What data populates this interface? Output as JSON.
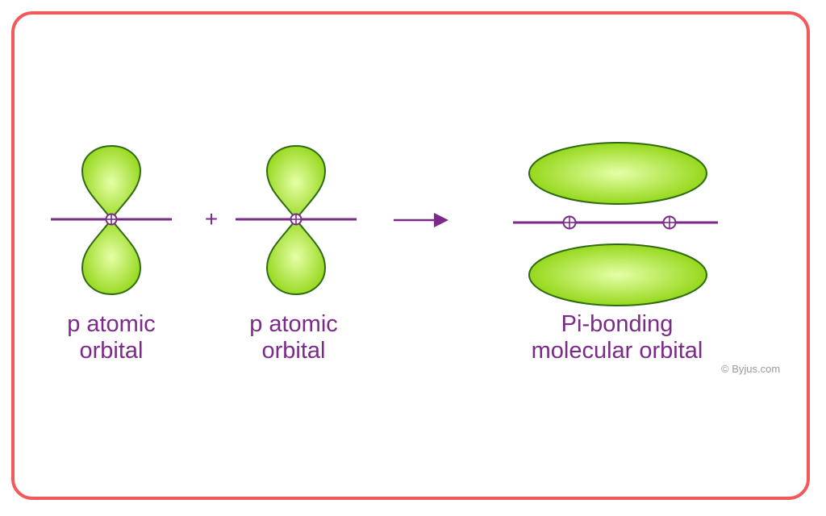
{
  "colors": {
    "frame_border": "#f25a5a",
    "lobe_fill_light": "#e6ffa8",
    "lobe_fill_dark": "#8ed40e",
    "lobe_outline": "#2f6b12",
    "axis_and_text": "#7b2a8a"
  },
  "operators": {
    "plus": "+",
    "nucleus_symbol": "⊕"
  },
  "labels": {
    "p_orbital_1": {
      "line1": "p atomic",
      "line2": "orbital"
    },
    "p_orbital_2": {
      "line1": "p atomic",
      "line2": "orbital"
    },
    "pi_bonding": {
      "line1": "Pi-bonding",
      "line2": "molecular orbital"
    }
  },
  "credit": "© Byjus.com"
}
